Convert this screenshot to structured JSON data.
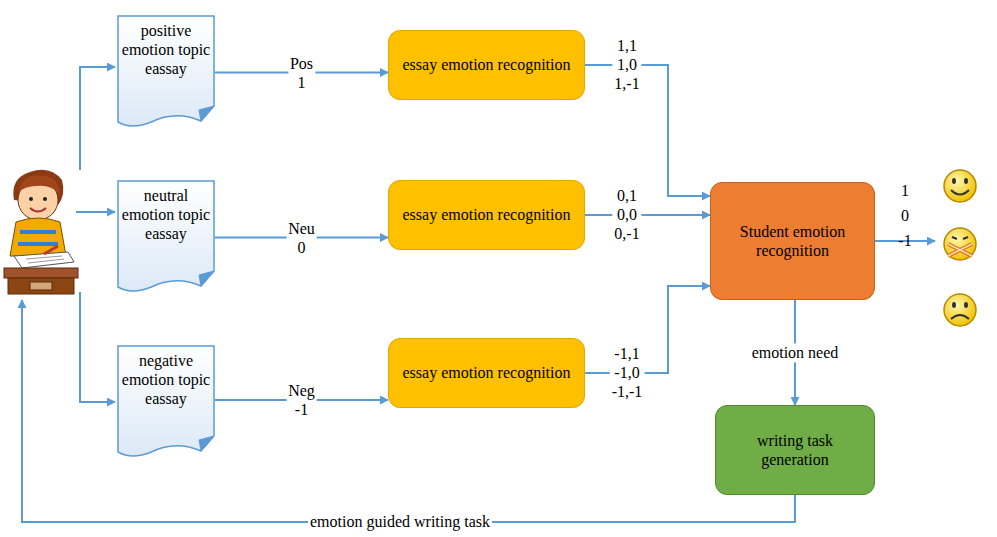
{
  "diagram": {
    "nodes": [
      {
        "text": [
          "positive emotion topic eassay"
        ]
      },
      {
        "text": [
          "essay emotion recognition"
        ]
      },
      {
        "text": [
          "neutral emotion topic eassay"
        ]
      },
      {
        "text": [
          "essay emotion recognition"
        ]
      },
      {
        "text": [
          "negative emotion topic eassay"
        ]
      },
      {
        "text": [
          "essay emotion recognition"
        ]
      },
      {
        "text": [
          "Student emotion recognition"
        ]
      },
      {
        "text": [
          "writing task generation"
        ]
      }
    ],
    "edges": [
      {
        "from": 0,
        "to": 1,
        "label": "Pos 1",
        "arrow": "to"
      },
      {
        "from": 2,
        "to": 3,
        "label": "Neu 0",
        "arrow": "to"
      },
      {
        "from": 4,
        "to": 5,
        "label": "Neg -1",
        "arrow": "to"
      },
      {
        "from": 1,
        "to": 6,
        "label": "1,1 1,0 1,-1",
        "arrow": "to"
      },
      {
        "from": 3,
        "to": 6,
        "label": "0,1 0,0 0,-1",
        "arrow": "to"
      },
      {
        "from": 5,
        "to": 6,
        "label": "-1,1 -1,0 -1,-1",
        "arrow": "to"
      },
      {
        "from": 6,
        "to": 7,
        "label": "emotion need",
        "arrow": "to"
      }
    ],
    "labels": [
      "1",
      "0",
      "-1",
      "emotion guided writing task"
    ]
  }
}
